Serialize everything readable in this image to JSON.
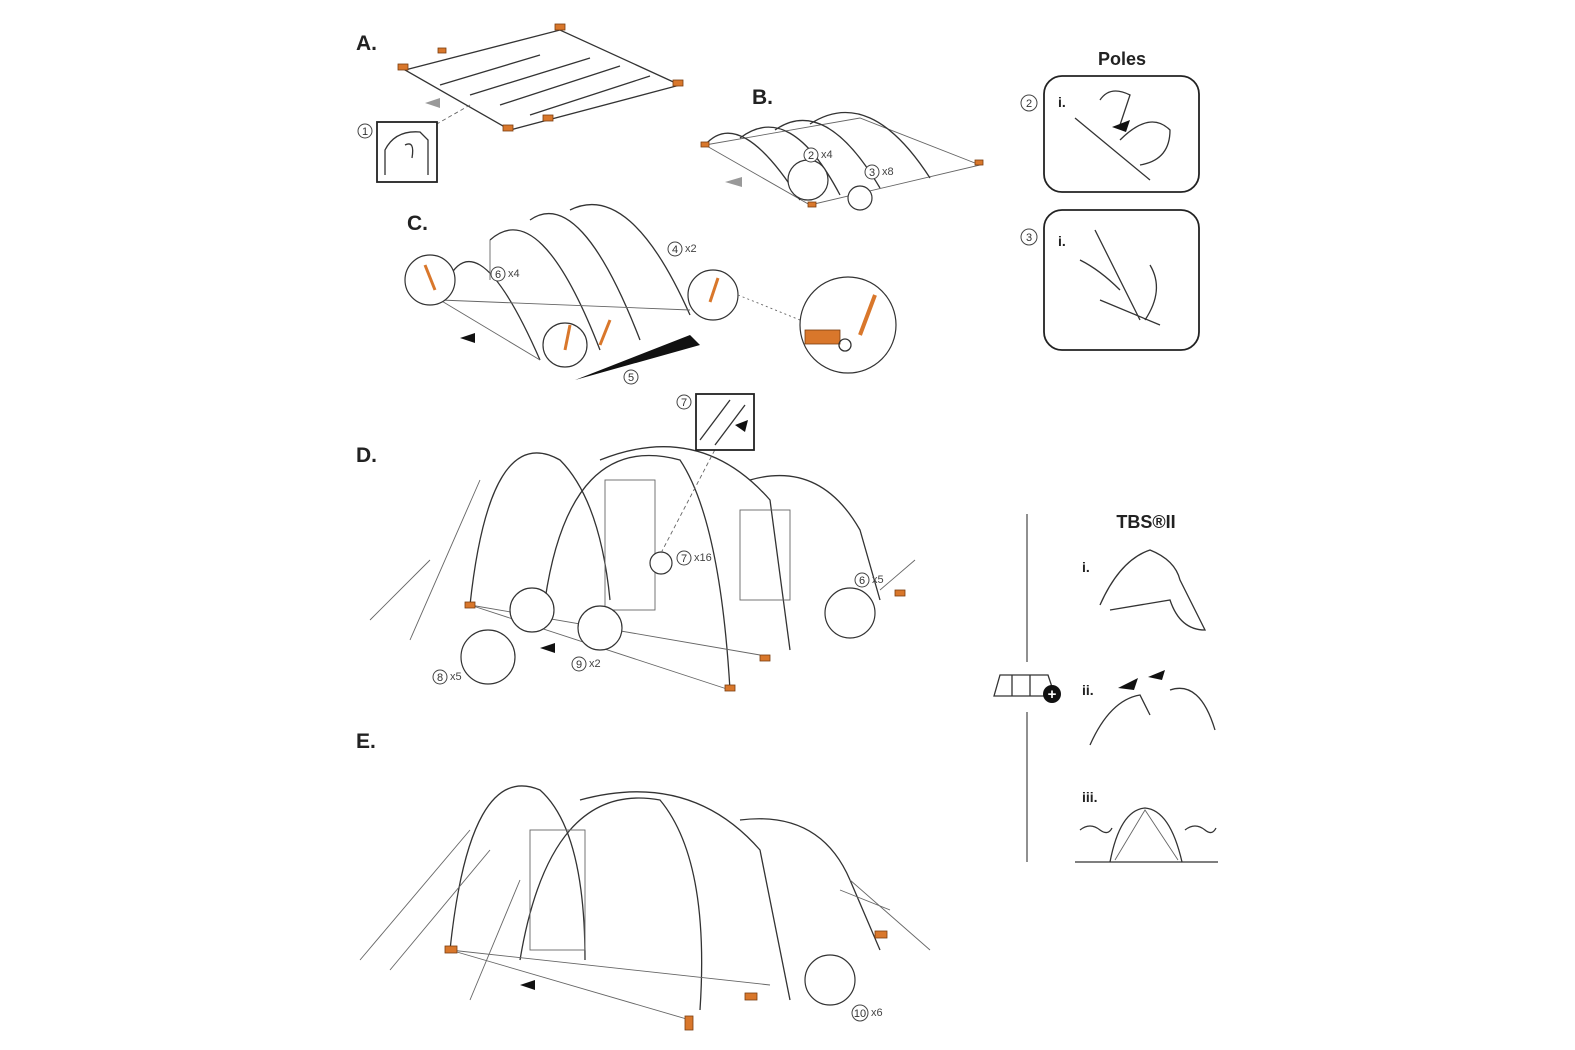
{
  "steps": {
    "a": {
      "label": "A."
    },
    "b": {
      "label": "B."
    },
    "c": {
      "label": "C."
    },
    "d": {
      "label": "D."
    },
    "e": {
      "label": "E."
    }
  },
  "callouts": {
    "c1": {
      "num": "1",
      "mult": ""
    },
    "c2": {
      "num": "2",
      "mult": "x4"
    },
    "c3": {
      "num": "3",
      "mult": "x8"
    },
    "c4": {
      "num": "4",
      "mult": "x2"
    },
    "c6a": {
      "num": "6",
      "mult": "x4"
    },
    "c5": {
      "num": "5",
      "mult": ""
    },
    "c7": {
      "num": "7",
      "mult": ""
    },
    "c7b": {
      "num": "7",
      "mult": "x16"
    },
    "c6b": {
      "num": "6",
      "mult": "x5"
    },
    "c8": {
      "num": "8",
      "mult": "x5"
    },
    "c9": {
      "num": "9",
      "mult": "x2"
    },
    "c10": {
      "num": "10",
      "mult": "x6"
    }
  },
  "poles": {
    "title": "Poles",
    "panels": [
      {
        "num": "2",
        "step": "i."
      },
      {
        "num": "3",
        "step": "i."
      }
    ]
  },
  "tbs": {
    "title": "TBS®II",
    "steps": [
      "i.",
      "ii.",
      "iii."
    ]
  },
  "colors": {
    "accent": "#d9772b",
    "line": "#333333"
  }
}
